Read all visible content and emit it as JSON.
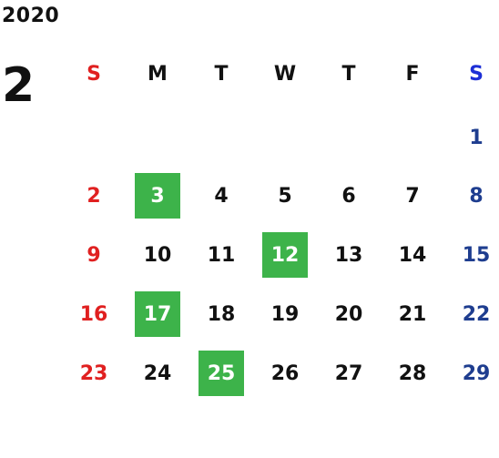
{
  "header": {
    "year": "2020",
    "month": "2"
  },
  "weekdays": [
    "S",
    "M",
    "T",
    "W",
    "T",
    "F",
    "S"
  ],
  "weeks": [
    [
      "",
      "",
      "",
      "",
      "",
      "",
      "1"
    ],
    [
      "2",
      "3",
      "4",
      "5",
      "6",
      "7",
      "8"
    ],
    [
      "9",
      "10",
      "11",
      "12",
      "13",
      "14",
      "15"
    ],
    [
      "16",
      "17",
      "18",
      "19",
      "20",
      "21",
      "22"
    ],
    [
      "23",
      "24",
      "25",
      "26",
      "27",
      "28",
      "29"
    ]
  ],
  "highlighted_days": [
    "3",
    "12",
    "17",
    "25"
  ],
  "colors": {
    "sunday": "#e02020",
    "saturday": "#1e3d8f",
    "saturday_header": "#1d2fd6",
    "weekday": "#111111",
    "highlight": "#3db34a",
    "highlight_text": "#ffffff"
  }
}
